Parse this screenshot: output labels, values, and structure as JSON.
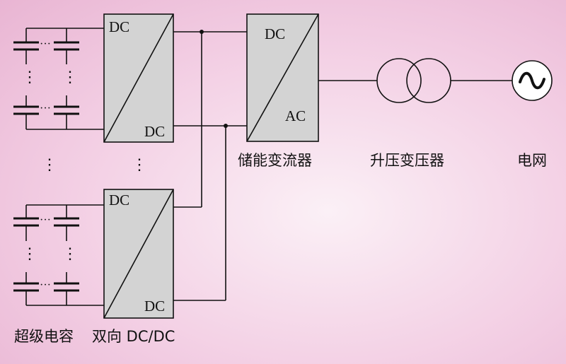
{
  "converters": {
    "dcdc_top": {
      "in": "DC",
      "out": "DC"
    },
    "dcdc_bottom": {
      "in": "DC",
      "out": "DC"
    },
    "inverter": {
      "in": "DC",
      "out": "AC"
    }
  },
  "labels": {
    "supercap": "超级电容",
    "bidirectional_dcdc": "双向 DC/DC",
    "storage_converter": "储能变流器",
    "step_up_transformer": "升压变压器",
    "grid": "电网"
  },
  "ellipsis": {
    "horizontal": "···",
    "vertical": "⋮"
  },
  "colors": {
    "box_fill": "#d3d3d3",
    "line": "#111111"
  }
}
